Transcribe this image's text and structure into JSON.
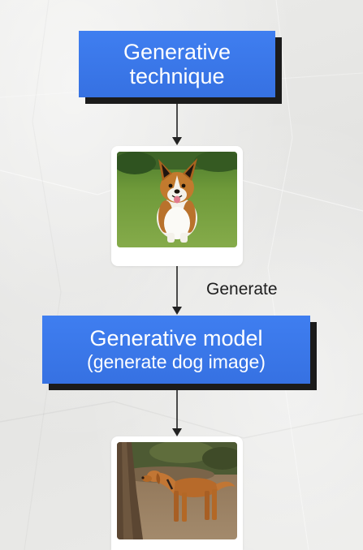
{
  "diagram": {
    "top_box": {
      "line1": "Generative",
      "line2": "technique"
    },
    "arrow_label": "Generate",
    "middle_box": {
      "line1": "Generative model",
      "line2": "(generate dog image)"
    },
    "images": {
      "input": "corgi-photo",
      "output": "golden-retriever-photo"
    }
  },
  "colors": {
    "box_fill": "#3b78e7",
    "box_shadow": "#1b1b1b",
    "text_on_box": "#ffffff",
    "arrow": "#222222",
    "background": "#e8e8e6"
  }
}
